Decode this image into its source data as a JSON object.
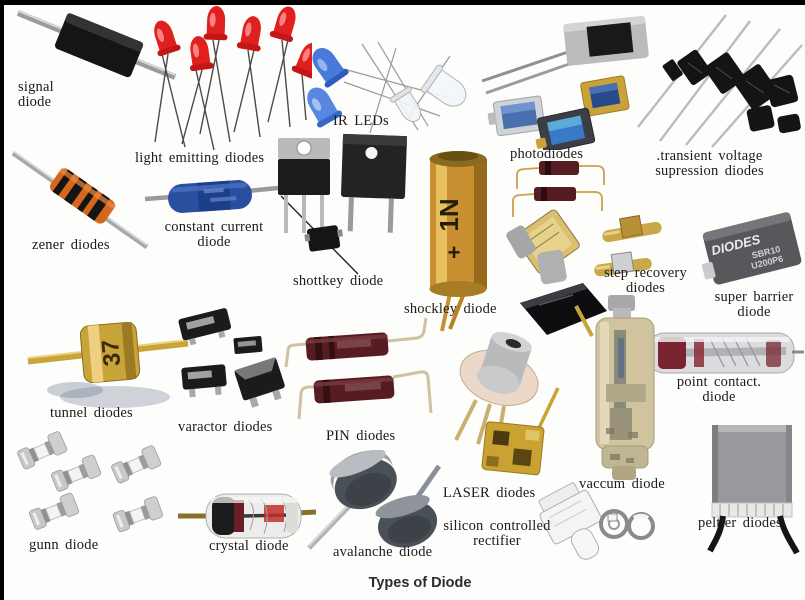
{
  "title": "Types of Diode",
  "labels": {
    "signal": "signal\ndiode",
    "led": "light emitting diodes",
    "ir_led": "IR LEDs",
    "photodiode": "photodiodes",
    "tvs": ".transient voltage\nsupression diodes",
    "zener": "zener diodes",
    "constant_current": "constant current\ndiode",
    "schottky": "shottkey diode",
    "shockley": "shockley diode",
    "step_recovery": "step recovery\ndiodes",
    "super_barrier": "super barrier\ndiode",
    "tunnel": "tunnel diodes",
    "varactor": "varactor diodes",
    "pin": "PIN diodes",
    "laser": "LASER diodes",
    "point_contact": "point contact.\ndiode",
    "vacuum": "vaccum diode",
    "gunn": "gunn diode",
    "crystal": "crystal diode",
    "avalanche": "avalanche diode",
    "scr": "silicon controlled\nrectifier",
    "peltier": "peltier diodes"
  },
  "markings": {
    "super_barrier_brand": "DIODES",
    "super_barrier_part1": "SBR10",
    "super_barrier_part2": "U200P6",
    "shockley_part": "1N",
    "shockley_polarity": "+",
    "tunnel_part": "37"
  },
  "colors": {
    "led_red": "#e01f1f",
    "ir_led_blue": "#4a7de0",
    "gold_can": "#c9a43a",
    "pin_maroon": "#571c22",
    "zener_orange": "#d4661e",
    "ccd_blue": "#2a4f9e",
    "package_black": "#161616",
    "package_gray": "#97999c",
    "label_ink": "#1b1b1b"
  }
}
